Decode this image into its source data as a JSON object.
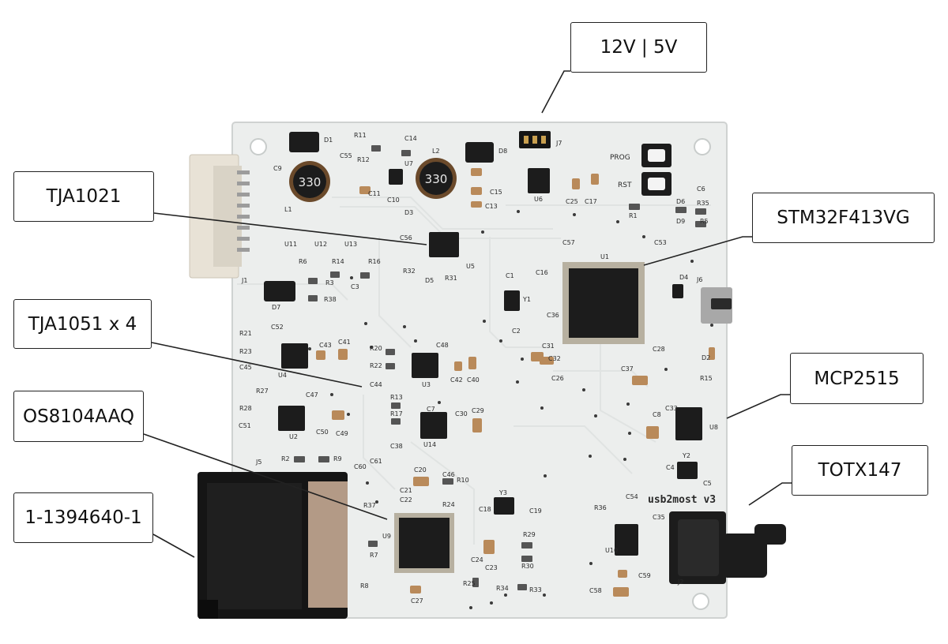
{
  "colors": {
    "board": "#eceeed",
    "board_edge": "#cfd2d1",
    "trace": "#e0e3e2",
    "ic_black": "#1c1c1c",
    "silkscreen": "#2a2a2a",
    "callout_border": "#222222",
    "header_white": "#e8e2d6",
    "connector_dark": "#151515"
  },
  "callouts": {
    "power_select": "12V | 5V",
    "tja1021": "TJA1021",
    "stm32": "STM32F413VG",
    "tja1051": "TJA1051 x 4",
    "mcp2515": "MCP2515",
    "os8104": "OS8104AAQ",
    "totx147": "TOTX147",
    "connector": "1-1394640-1"
  },
  "board": {
    "title": "usb2most v3",
    "buttons": {
      "prog": "PROG",
      "rst": "RST"
    },
    "inductor_marking": "330",
    "designators": {
      "d1": "D1",
      "r11": "R11",
      "c14": "C14",
      "d8": "D8",
      "j7": "J7",
      "c9": "C9",
      "c55": "C55",
      "r12": "R12",
      "l2": "L2",
      "c11": "C11",
      "c10": "C10",
      "u7": "U7",
      "d3": "D3",
      "c15": "C15",
      "c13": "C13",
      "u6": "U6",
      "c25": "C25",
      "c17": "C17",
      "r1": "R1",
      "c6": "C6",
      "d6": "D6",
      "r35": "R35",
      "d9": "D9",
      "r5": "R5",
      "l1": "L1",
      "u11": "U11",
      "u12": "U12",
      "u13": "U13",
      "c56": "C56",
      "r32": "R32",
      "d5": "D5",
      "r31": "R31",
      "u5": "U5",
      "c57": "C57",
      "c53": "C53",
      "u1": "U1",
      "r6": "R6",
      "r14": "R14",
      "r16": "R16",
      "r3": "R3",
      "c3": "C3",
      "r38": "R38",
      "c1": "C1",
      "c16": "C16",
      "y1": "Y1",
      "c36": "C36",
      "d4": "D4",
      "j6": "J6",
      "j1": "J1",
      "d7": "D7",
      "c2": "C2",
      "r21": "R21",
      "c52": "C52",
      "r23": "R23",
      "c45": "C45",
      "c43": "C43",
      "c41": "C41",
      "r20": "R20",
      "c48": "C48",
      "r22": "R22",
      "c31": "C31",
      "c32": "C32",
      "c28": "C28",
      "d2": "D2",
      "u4": "U4",
      "c44": "C44",
      "u3": "U3",
      "c42": "C42",
      "c40": "C40",
      "c26": "C26",
      "c37": "C37",
      "r15": "R15",
      "r27": "R27",
      "c47": "C47",
      "r13": "R13",
      "r28": "R28",
      "r17": "R17",
      "c7": "C7",
      "c30": "C30",
      "c29": "C29",
      "c8": "C8",
      "c33": "C33",
      "u8": "U8",
      "c51": "C51",
      "u2": "U2",
      "c50": "C50",
      "c49": "C49",
      "c38": "C38",
      "u14": "U14",
      "j5": "J5",
      "r2": "R2",
      "r9": "R9",
      "c60": "C60",
      "c61": "C61",
      "c20": "C20",
      "c46": "C46",
      "r10": "R10",
      "c4": "C4",
      "y2": "Y2",
      "c5": "C5",
      "c21": "C21",
      "c22": "C22",
      "r24": "R24",
      "y3": "Y3",
      "r37": "R37",
      "c18": "C18",
      "c19": "C19",
      "r36": "R36",
      "c54": "C54",
      "c35": "C35",
      "u9": "U9",
      "r29": "R29",
      "r7": "R7",
      "c24": "C24",
      "c23": "C23",
      "r30": "R30",
      "u10": "U10",
      "c59": "C59",
      "j2": "J2",
      "r8": "R8",
      "r25": "R25",
      "r34": "R34",
      "r33": "R33",
      "c58": "C58",
      "c27": "C27"
    }
  }
}
